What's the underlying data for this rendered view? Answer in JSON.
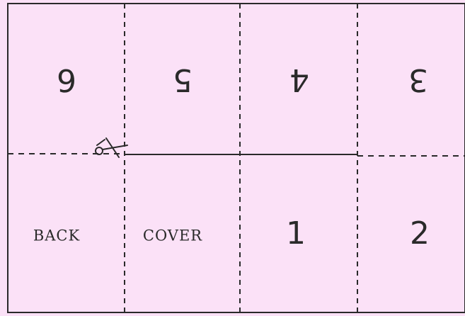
{
  "panels": {
    "top": [
      "6",
      "5",
      "4",
      "3"
    ],
    "bottom": [
      "BACK",
      "COVER",
      "1",
      "2"
    ]
  },
  "colors": {
    "paper": "#fbe1f7",
    "line": "#2a2a2a"
  },
  "icons": {
    "cut_mark": "scissors-icon"
  }
}
